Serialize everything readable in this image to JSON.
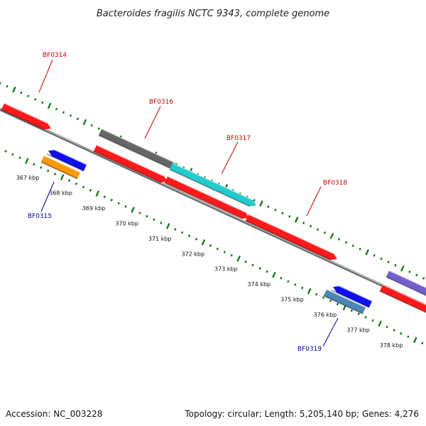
{
  "title": "Bacteroides fragilis NCTC 9343, complete genome",
  "footer": {
    "accession": "Accession: NC_003228",
    "summary": "Topology: circular; Length: 5,205,140 bp; Genes: 4,276"
  },
  "colors": {
    "forward_label": "#cc0000",
    "reverse_label": "#000099",
    "backbone": "#777777",
    "tick": "#117711"
  },
  "genes": [
    {
      "id": "BF0314",
      "strand": "forward",
      "color": "#ff1a1a"
    },
    {
      "id": "BF0316",
      "strand": "forward",
      "color": "#666666"
    },
    {
      "id": "BF0317",
      "strand": "forward",
      "color": "#22cccc"
    },
    {
      "id": "BF0318",
      "strand": "forward",
      "color": "#ff1a1a"
    },
    {
      "id": "BF0315",
      "strand": "reverse",
      "color": "#ff9900"
    },
    {
      "id": "BF0319",
      "strand": "reverse",
      "color": "#4a86b8"
    }
  ],
  "unlabeled_features": [
    {
      "strand": "forward",
      "color": "#ff1a1a"
    },
    {
      "strand": "forward",
      "color": "#ff1a1a"
    },
    {
      "strand": "forward",
      "color": "#ff1a1a"
    },
    {
      "strand": "forward",
      "color": "#7060cc"
    },
    {
      "strand": "reverse",
      "color": "#1010ee"
    },
    {
      "strand": "reverse",
      "color": "#1010ee"
    }
  ],
  "scale_labels": [
    "367 kbp",
    "368 kbp",
    "369 kbp",
    "370 kbp",
    "371 kbp",
    "372 kbp",
    "373 kbp",
    "374 kbp",
    "375 kbp",
    "376 kbp",
    "377 kbp",
    "378 kbp"
  ]
}
